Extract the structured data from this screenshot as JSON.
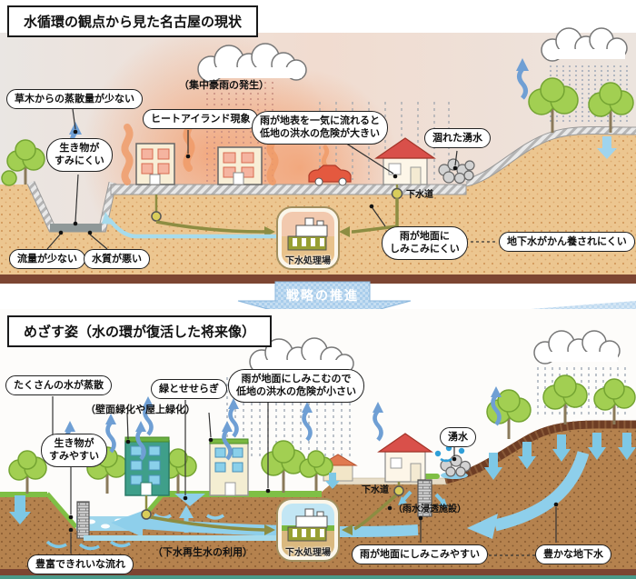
{
  "current": {
    "title": "水循環の観点から見た名古屋の現状",
    "labels": {
      "low_transpiration": "草木からの蒸散量が少ない",
      "concentrated_rain": "（集中豪雨の発生）",
      "heat_island": "ヒートアイランド現象",
      "flood_risk_high": "雨が地表を一気に流れると\n低地の洪水の危険が大きい",
      "dried_spring": "涸れた湧水",
      "creatures_hard": "生き物が\nすみにくい",
      "low_flow": "流量が少ない",
      "bad_water_quality": "水質が悪い",
      "sewer": "下水道",
      "rain_hard_soak": "雨が地面に\nしみこみにくい",
      "groundwater_hard": "地下水がかん養されにくい",
      "treatment_plant": "下水処理場"
    }
  },
  "transition": {
    "label": "戦略の推進"
  },
  "future": {
    "title": "めざす姿（水の環が復活した将来像）",
    "labels": {
      "much_evaporation": "たくさんの水が蒸散",
      "green_stream": "緑とせせらぎ",
      "wall_roof_greening": "（壁面緑化や屋上緑化）",
      "flood_risk_low": "雨が地面にしみこむので\n低地の洪水の危険が小さい",
      "spring": "湧水",
      "creatures_easy": "生き物が\nすみやすい",
      "rich_clean_flow": "豊富できれいな流れ",
      "reclaimed_water": "（下水再生水の利用）",
      "treatment_plant": "下水処理場",
      "sewer": "下水道",
      "infiltration_facility": "（雨水浸透施設）",
      "rain_easy_soak": "雨が地面にしみこみやすい",
      "rich_groundwater": "豊かな地下水"
    }
  },
  "colors": {
    "accent_arrow_blue": "#a9cdeb",
    "water_blue": "#8ecfeb",
    "ground_tan": "#ecc690",
    "ground_brown": "#b5824e",
    "heat_orange": "#f2a173",
    "tree_green": "#a2cf52",
    "roof_red": "#d9504a",
    "pipe_olive": "#8d8d42",
    "base_strip_maroon": "#7c4532"
  }
}
